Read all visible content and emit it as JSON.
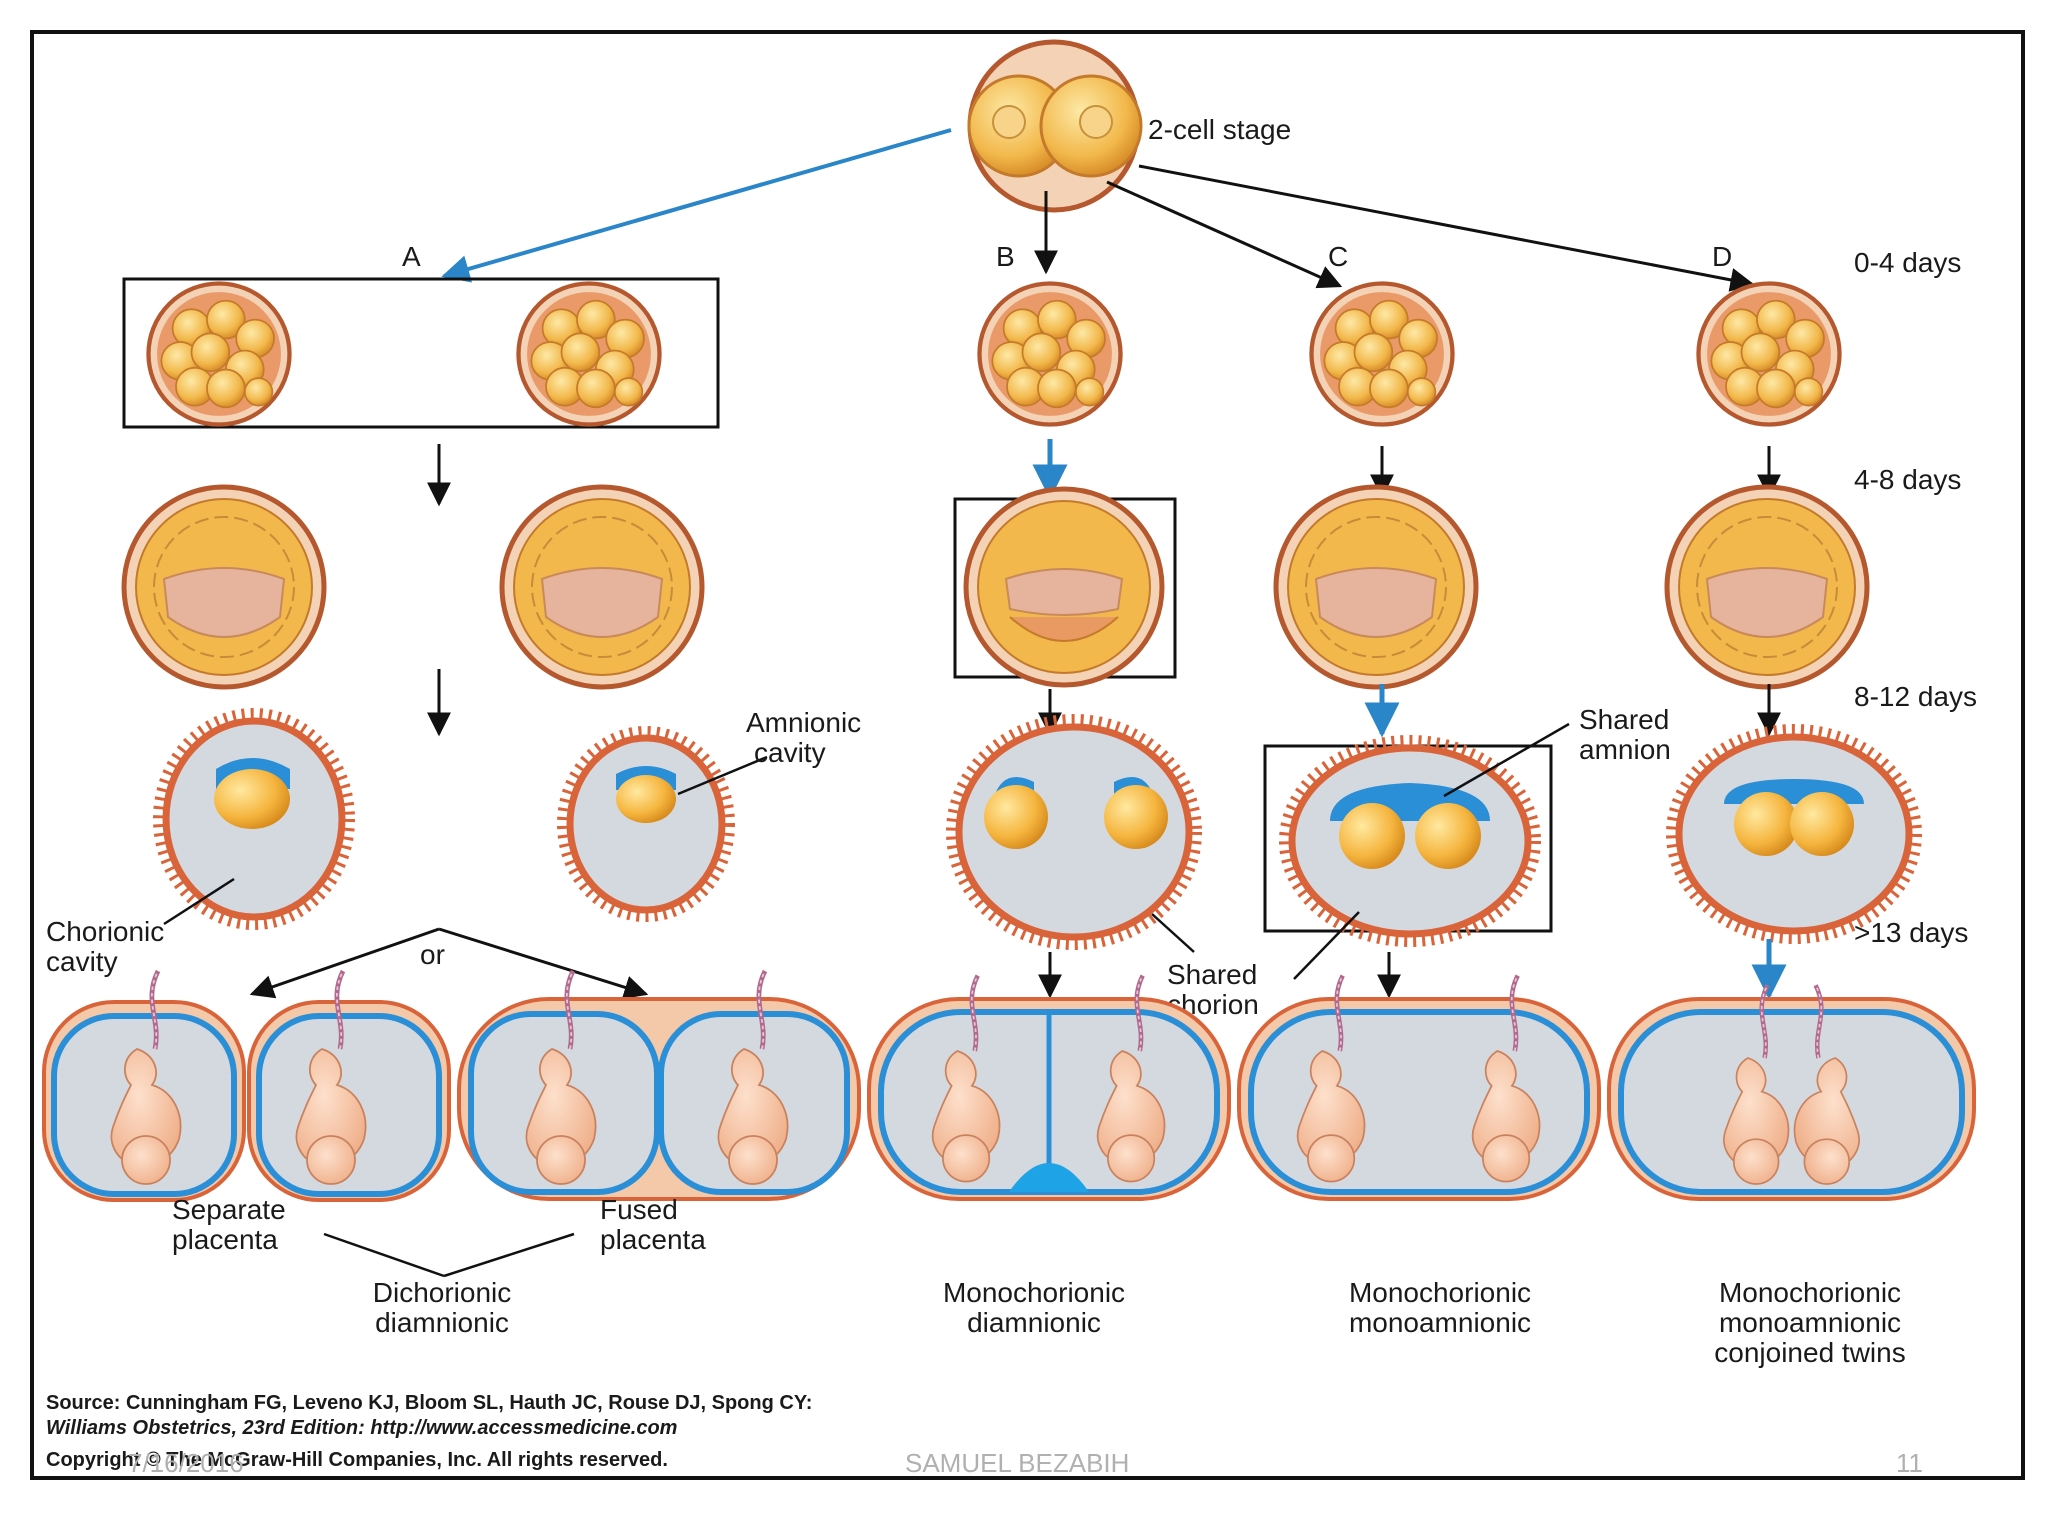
{
  "labels": {
    "two_cell": "2-cell stage",
    "col_a": "A",
    "col_b": "B",
    "col_c": "C",
    "col_d": "D",
    "time_0_4": "0-4 days",
    "time_4_8": "4-8 days",
    "time_8_12": "8-12 days",
    "time_13": ">13 days",
    "amnionic_l1": "Amnionic",
    "amnionic_l2": "cavity",
    "chorionic_l1": "Chorionic",
    "chorionic_l2": "cavity",
    "or": "or",
    "shared_amnion_l1": "Shared",
    "shared_amnion_l2": "amnion",
    "shared_chorion_l1": "Shared",
    "shared_chorion_l2": "chorion",
    "separate_l1": "Separate",
    "separate_l2": "placenta",
    "fused_l1": "Fused",
    "fused_l2": "placenta",
    "dd_l1": "Dichorionic",
    "dd_l2": "diamnionic",
    "md_l1": "Monochorionic",
    "md_l2": "diamnionic",
    "mm_l1": "Monochorionic",
    "mm_l2": "monoamnionic",
    "conj_l1": "Monochorionic",
    "conj_l2": "monoamnionic",
    "conj_l3": "conjoined twins"
  },
  "source": {
    "line1": "Source: Cunningham FG, Leveno KJ, Bloom SL, Hauth JC, Rouse DJ, Spong CY:",
    "line2": "Williams Obstetrics, 23rd Edition: http://www.accessmedicine.com",
    "line3": "Copyright © The McGraw-Hill Companies, Inc. All rights reserved."
  },
  "footer": {
    "date": "7/16/2016",
    "author": "SAMUEL BEZABIH",
    "page": "11"
  },
  "colors": {
    "cell": "#f2b84b",
    "membrane": "#d9643a",
    "zona": "#f1c9a8",
    "amnion": "#2a8fd6",
    "chorion_cavity": "#d4d9e0",
    "blue_arrow": "#2a86c8"
  }
}
